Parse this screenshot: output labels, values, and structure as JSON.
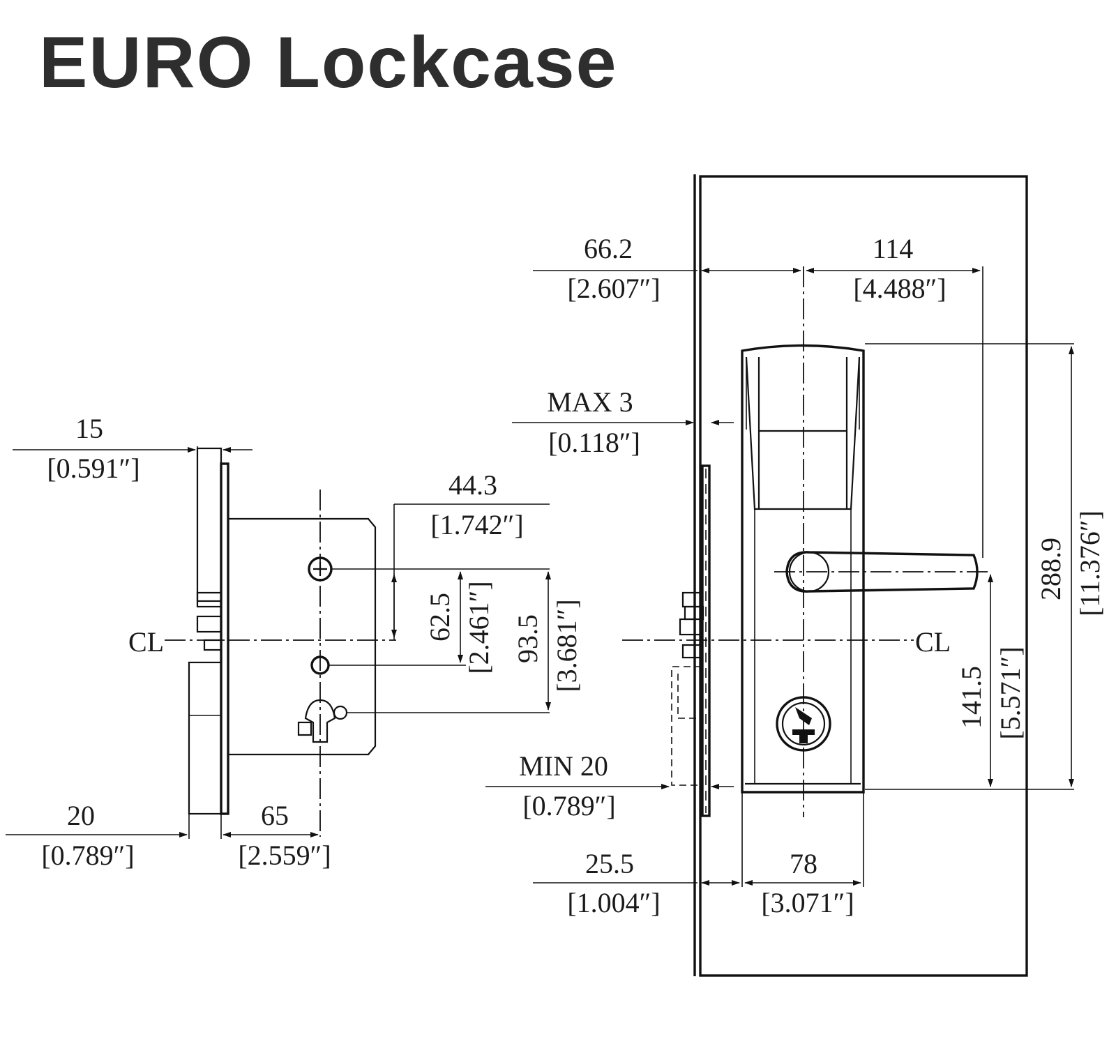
{
  "title": "EURO Lockcase",
  "colors": {
    "ink": "#111111",
    "title": "#2e2e2e",
    "background": "#ffffff"
  },
  "centerline_label": "CL",
  "lockcase_view": {
    "backset_top": {
      "value": "15",
      "inch": "[0.591″]"
    },
    "backset_bottom": {
      "value": "20",
      "inch": "[0.789″]"
    },
    "spindle_offset": {
      "value": "44.3",
      "inch": "[1.742″]"
    },
    "spindle_to_center": {
      "value": "62.5",
      "inch": "[2.461″]"
    },
    "spindle_to_cylinder": {
      "value": "93.5",
      "inch": "[3.681″]"
    },
    "case_depth": {
      "value": "65",
      "inch": "[2.559″]"
    }
  },
  "door_view": {
    "edge_to_center": {
      "value": "66.2",
      "inch": "[2.607″]"
    },
    "lever_length": {
      "value": "114",
      "inch": "[4.488″]"
    },
    "gap_top": {
      "label": "MAX 3",
      "inch": "[0.118″]"
    },
    "gap_bottom": {
      "label": "MIN 20",
      "inch": "[0.789″]"
    },
    "edge_to_plate": {
      "value": "25.5",
      "inch": "[1.004″]"
    },
    "plate_width": {
      "value": "78",
      "inch": "[3.071″]"
    },
    "plate_height": {
      "value": "288.9",
      "inch": "[11.376″]"
    },
    "lever_to_bottom": {
      "value": "141.5",
      "inch": "[5.571″]"
    }
  }
}
